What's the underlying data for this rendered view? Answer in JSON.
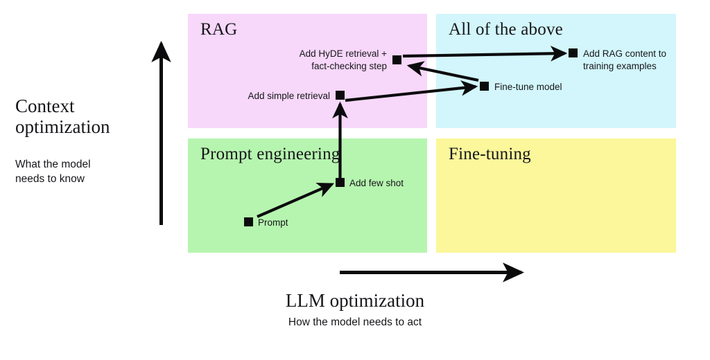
{
  "diagram": {
    "title": "LLM optimization vs Context optimization quadrant chart",
    "background": "#ffffff"
  },
  "axes": {
    "y": {
      "title": "Context\noptimization",
      "subtitle": "What the model\nneeds to know",
      "direction": "up",
      "arrow_color": "#0b0b0d"
    },
    "x": {
      "title": "LLM optimization",
      "subtitle": "How the model needs to act",
      "direction": "right",
      "arrow_color": "#0b0b0d"
    }
  },
  "quadrants": [
    {
      "id": "rag",
      "label": "RAG",
      "color": "#f7d7fa",
      "position": "top-left"
    },
    {
      "id": "all",
      "label": "All of the above",
      "color": "#d2f6fb",
      "position": "top-right"
    },
    {
      "id": "prompt",
      "label": "Prompt engineering",
      "color": "#b6f5af",
      "position": "bottom-left"
    },
    {
      "id": "finetune",
      "label": "Fine-tuning",
      "color": "#fbf79a",
      "position": "bottom-right"
    }
  ],
  "nodes": [
    {
      "id": "prompt",
      "label": "Prompt",
      "quadrant": "prompt",
      "label_side": "right"
    },
    {
      "id": "few-shot",
      "label": "Add few shot",
      "quadrant": "prompt",
      "label_side": "right"
    },
    {
      "id": "simple-retr",
      "label": "Add simple retrieval",
      "quadrant": "rag",
      "label_side": "left"
    },
    {
      "id": "hyde",
      "label": "Add HyDE retrieval +\nfact-checking step",
      "quadrant": "rag",
      "label_side": "left"
    },
    {
      "id": "fine-tune",
      "label": "Fine-tune model",
      "quadrant": "all",
      "label_side": "right"
    },
    {
      "id": "rag-training",
      "label": "Add RAG content to\ntraining examples",
      "quadrant": "all",
      "label_side": "right"
    }
  ],
  "edges": [
    {
      "from": "prompt",
      "to": "few-shot"
    },
    {
      "from": "few-shot",
      "to": "simple-retr"
    },
    {
      "from": "simple-retr",
      "to": "fine-tune"
    },
    {
      "from": "hyde",
      "to": "rag-training"
    },
    {
      "from": "fine-tune",
      "to": "hyde"
    }
  ],
  "chart_data": {
    "type": "scatter",
    "title": "LLM optimization vs Context optimization",
    "xlabel": "LLM optimization",
    "ylabel": "Context optimization",
    "annotations": [
      "RAG",
      "All of the above",
      "Prompt engineering",
      "Fine-tuning"
    ]
  }
}
